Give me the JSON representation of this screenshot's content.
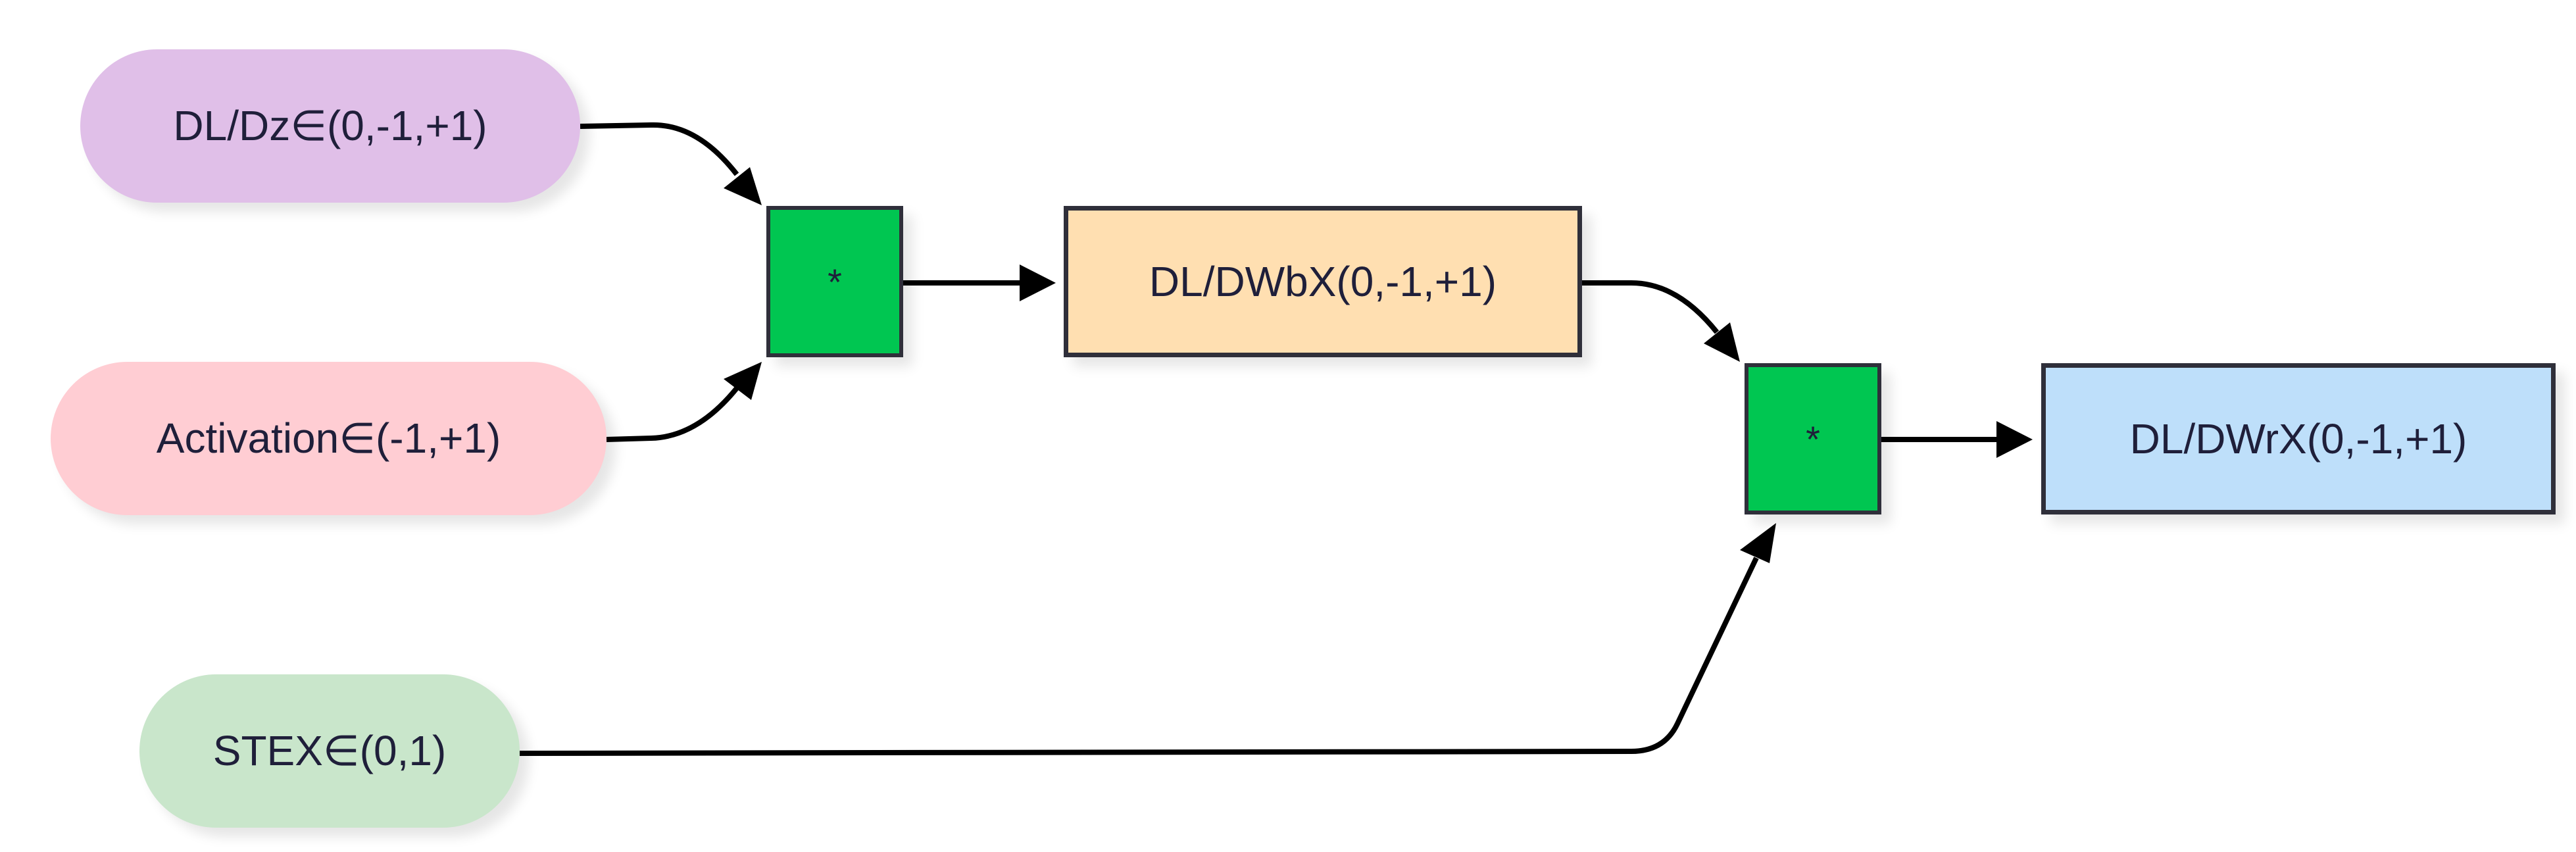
{
  "diagram": {
    "nodes": {
      "dldz": {
        "label": "DL/Dz∈(0,-1,+1)",
        "fill": "#e0bfe8"
      },
      "activation": {
        "label": "Activation∈(-1,+1)",
        "fill": "#ffcdd3"
      },
      "stex": {
        "label": "STEX∈(0,1)",
        "fill": "#c9e6cb"
      },
      "multiply_1": {
        "label": "*",
        "fill": "#00c651"
      },
      "dlwbx": {
        "label": "DL/DWbX(0,-1,+1)",
        "fill": "#ffdfb1"
      },
      "multiply_2": {
        "label": "*",
        "fill": "#00c651"
      },
      "dlwrx": {
        "label": "DL/DWrX(0,-1,+1)",
        "fill": "#bedffa"
      }
    },
    "edges": [
      {
        "from": "dldz",
        "to": "multiply_1"
      },
      {
        "from": "activation",
        "to": "multiply_1"
      },
      {
        "from": "multiply_1",
        "to": "dlwbx"
      },
      {
        "from": "dlwbx",
        "to": "multiply_2"
      },
      {
        "from": "stex",
        "to": "multiply_2"
      },
      {
        "from": "multiply_2",
        "to": "dlwrx"
      }
    ],
    "edge_color": "#000000"
  }
}
